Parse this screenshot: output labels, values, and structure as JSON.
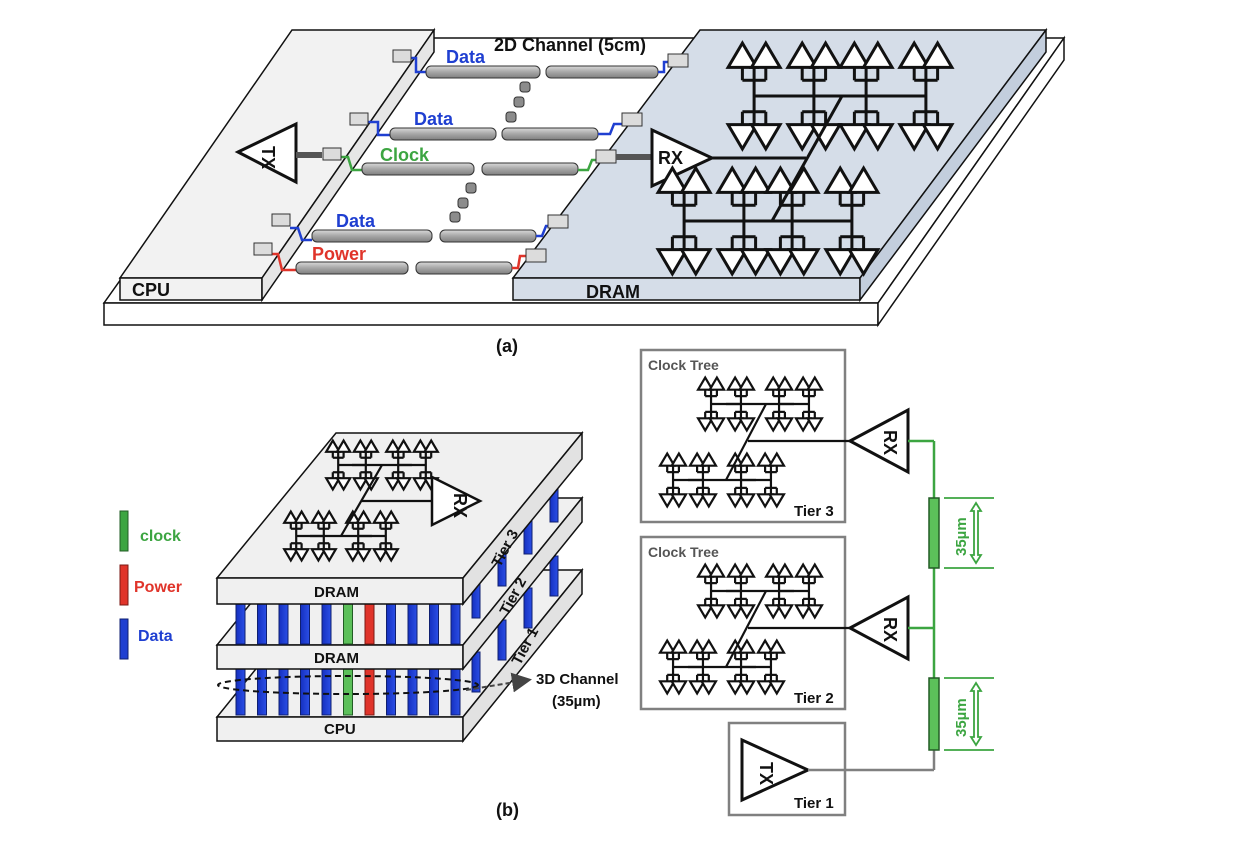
{
  "panel_a": {
    "caption": "(a)",
    "channel_title": "2D Channel (5cm)",
    "cpu_label": "CPU",
    "dram_label": "DRAM",
    "tx_label": "TX",
    "rx_label": "RX",
    "line_labels": {
      "data1": "Data",
      "data2": "Data",
      "clock": "Clock",
      "data3": "Data",
      "power": "Power"
    }
  },
  "panel_b": {
    "caption": "(b)",
    "legend": {
      "clock": "clock",
      "power": "Power",
      "data": "Data"
    },
    "stack": {
      "dram_top": "DRAM",
      "dram_mid": "DRAM",
      "cpu": "CPU",
      "tier3": "Tier 3",
      "tier2": "Tier 2",
      "tier1": "Tier 1",
      "rx_label": "RX",
      "channel_line1": "3D Channel",
      "channel_line2": "(35µm)"
    },
    "tiers": {
      "tree_title_top": "Clock Tree",
      "tree_title_mid": "Clock Tree",
      "tier3": "Tier 3",
      "tier2": "Tier 2",
      "tier1": "Tier 1",
      "rx_top": "RX",
      "rx_mid": "RX",
      "tx": "TX",
      "dim_top": "35µm",
      "dim_bottom": "35µm"
    }
  },
  "colors": {
    "data": "#1f3fd1",
    "clock": "#3ca541",
    "power": "#e0342a",
    "dram_fill": "#d5dde8",
    "chip_fill": "#f0f0f0",
    "cable": "#a6a6a6"
  }
}
